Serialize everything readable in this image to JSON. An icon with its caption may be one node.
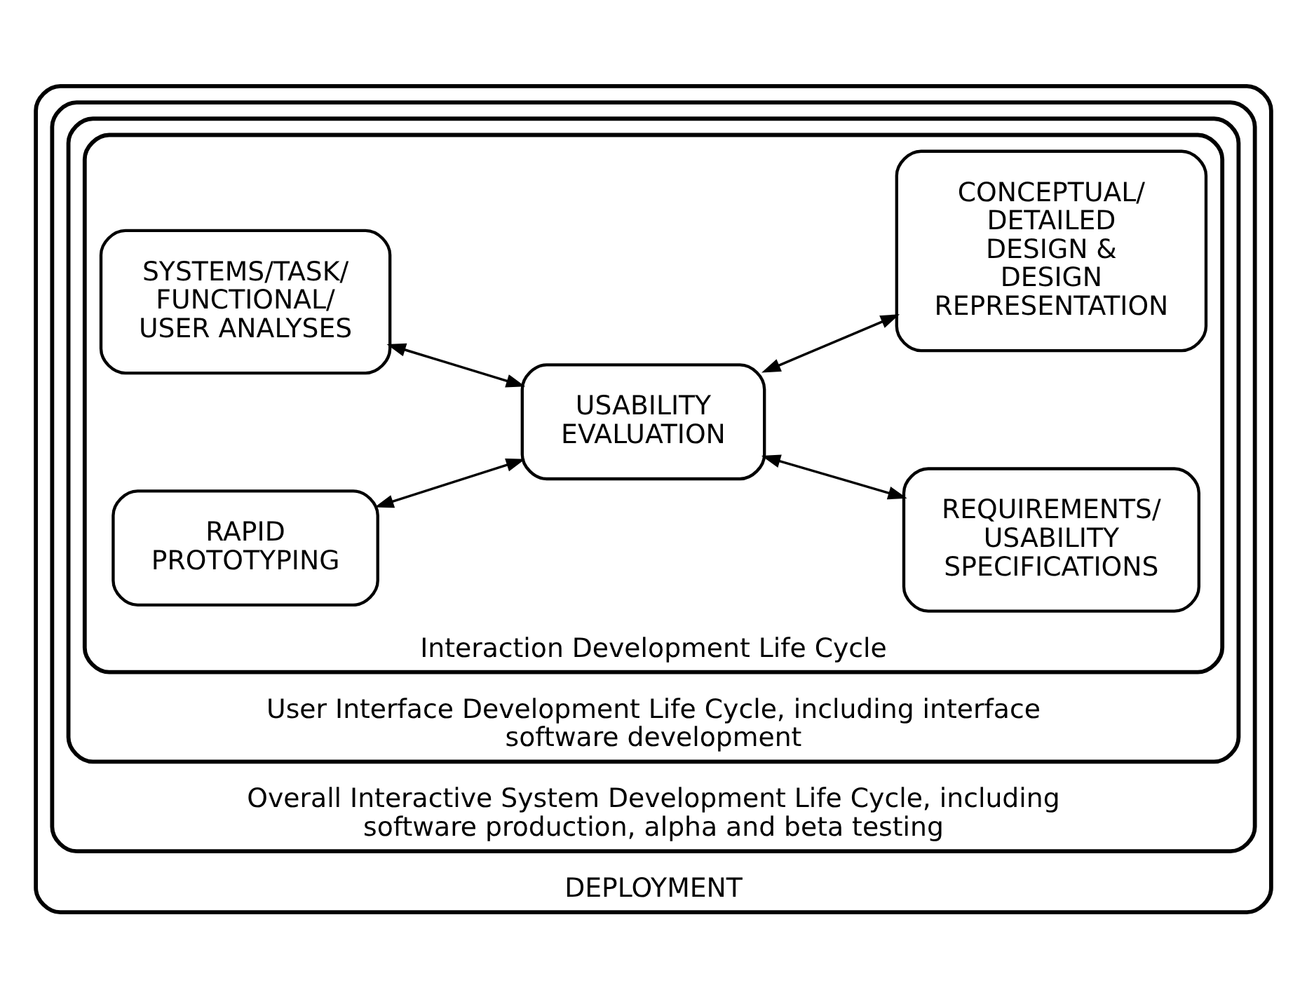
{
  "diagram": {
    "nodes": [
      {
        "text": [
          "DEPLOYMENT"
        ]
      },
      {
        "text": [
          "Overall Interactive System Development Life Cycle, including software production, alpha and beta testing"
        ],
        "in": 0
      },
      {
        "text": [
          "User Interface Development Life Cycle, including interface software development"
        ],
        "in": 1
      },
      {
        "text": [
          "Interaction Development Life Cycle"
        ],
        "in": 2
      },
      {
        "text": [
          "SYSTEMS/TASK/ FUNCTIONAL/ USER ANALYSES"
        ],
        "in": 3
      },
      {
        "text": [
          "REQUIREMENTS/ USABILITY SPECIFICATIONS"
        ],
        "in": 3
      },
      {
        "text": [
          "USABILITY EVALUATION"
        ],
        "in": 3
      },
      {
        "text": [
          "RAPID PROTOTYPING"
        ],
        "in": 3
      },
      {
        "text": [
          "CONCEPTUAL/ DETAILED DESIGN & DESIGN REPRESENTATION"
        ],
        "in": 3
      }
    ],
    "edges": [
      {
        "from": 4,
        "to": 6,
        "arrow": "both"
      },
      {
        "from": 6,
        "to": 5,
        "arrow": "both"
      },
      {
        "from": 7,
        "to": 6,
        "arrow": "both"
      },
      {
        "from": 6,
        "to": 8,
        "arrow": "both"
      }
    ]
  }
}
